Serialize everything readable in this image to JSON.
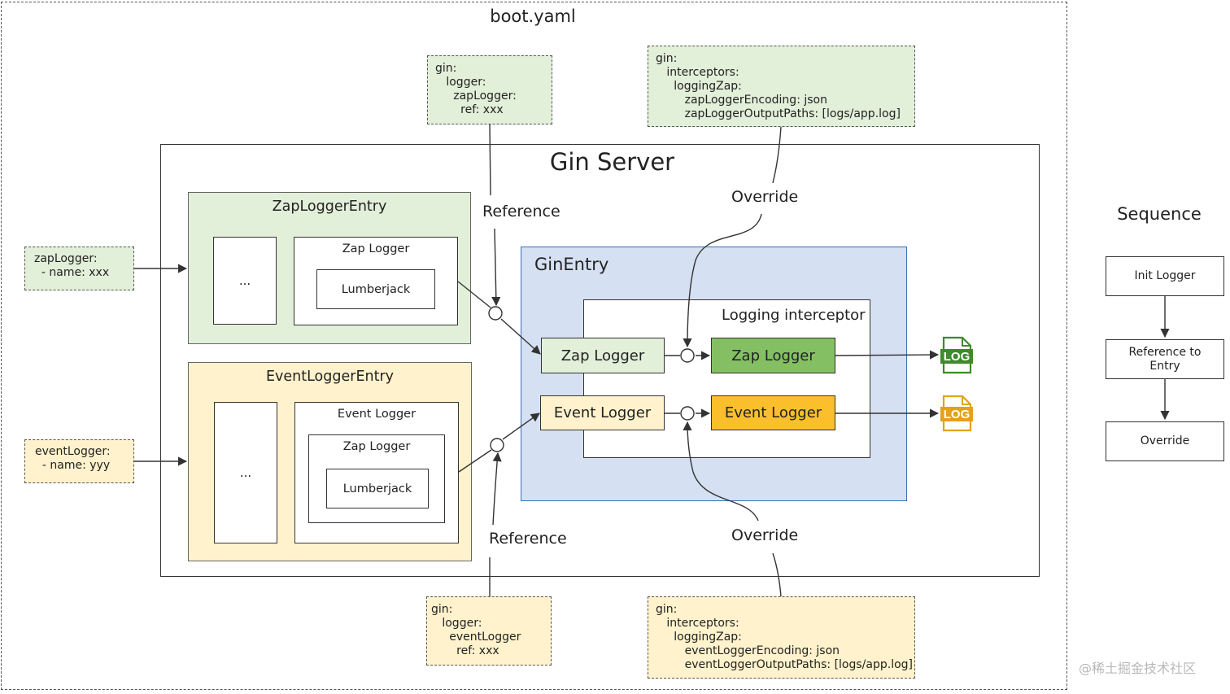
{
  "boot_title": "boot.yaml",
  "server": {
    "title": "Gin Server"
  },
  "zap_entry": {
    "title": "ZapLoggerEntry",
    "placeholder": "...",
    "logger": "Zap Logger",
    "inner": "Lumberjack"
  },
  "event_entry": {
    "title": "EventLoggerEntry",
    "placeholder": "...",
    "logger": "Event Logger",
    "sub_logger": "Zap Logger",
    "inner": "Lumberjack"
  },
  "input_zap": "zapLogger:\n  - name: xxx",
  "input_event": "eventLogger:\n  - name: yyy",
  "cfg_ref_top": "gin:\n   logger:\n     zapLogger:\n       ref: xxx",
  "cfg_override_top": "gin:\n   interceptors:\n     loggingZap:\n        zapLoggerEncoding: json\n        zapLoggerOutputPaths: [logs/app.log]",
  "cfg_ref_bottom": "gin:\n   logger:\n     eventLogger\n       ref: xxx",
  "cfg_override_bottom": "gin:\n   interceptors:\n     loggingZap:\n        eventLoggerEncoding: json\n        eventLoggerOutputPaths: [logs/app.log]",
  "labels": {
    "reference_top": "Reference",
    "override_top": "Override",
    "reference_bottom": "Reference",
    "override_bottom": "Override"
  },
  "gin_entry": {
    "title": "GinEntry",
    "interceptor_title": "Logging interceptor",
    "zap_in": "Zap Logger",
    "zap_out": "Zap Logger",
    "event_in": "Event Logger",
    "event_out": "Event Logger"
  },
  "log_icon_text": "LOG",
  "colors": {
    "log_green": "#3e8a2c",
    "log_yellow": "#e3a21a"
  },
  "sequence": {
    "title": "Sequence",
    "steps": [
      "Init Logger",
      "Reference to\nEntry",
      "Override"
    ]
  },
  "watermark": "@稀土掘金技术社区"
}
